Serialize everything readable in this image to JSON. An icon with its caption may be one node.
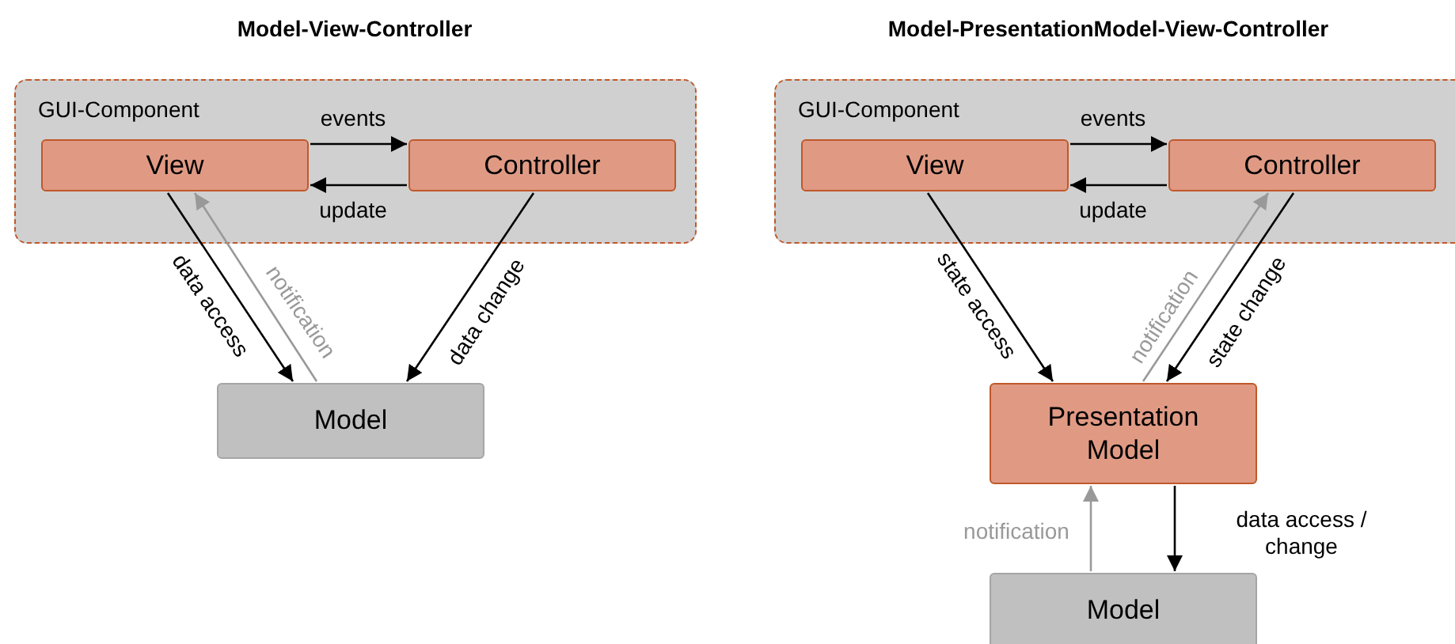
{
  "diagram": {
    "nodes": [
      {
        "text": [
          "GUI-Component"
        ]
      },
      {
        "text": [
          "View"
        ],
        "in": 0
      },
      {
        "text": [
          "Controller"
        ],
        "in": 0
      },
      {
        "text": [
          "Model"
        ]
      },
      {
        "text": [
          "GUI-Component"
        ]
      },
      {
        "text": [
          "View"
        ],
        "in": 4
      },
      {
        "text": [
          "Controller"
        ],
        "in": 4
      },
      {
        "text": [
          "Presentation Model"
        ]
      },
      {
        "text": [
          "Model"
        ]
      }
    ],
    "edges": [
      {
        "from": 1,
        "to": 2,
        "arrow": "to",
        "label": "events"
      },
      {
        "from": 2,
        "to": 1,
        "arrow": "to",
        "label": "update"
      },
      {
        "from": 1,
        "to": 3,
        "arrow": "to",
        "label": "data access"
      },
      {
        "from": 3,
        "to": 1,
        "arrow": "to",
        "label": "notification",
        "color": "#999999"
      },
      {
        "from": 2,
        "to": 3,
        "arrow": "to",
        "label": "data change"
      },
      {
        "from": 5,
        "to": 6,
        "arrow": "to",
        "label": "events"
      },
      {
        "from": 6,
        "to": 5,
        "arrow": "to",
        "label": "update"
      },
      {
        "from": 5,
        "to": 7,
        "arrow": "to",
        "label": "state access"
      },
      {
        "from": 7,
        "to": 6,
        "arrow": "to",
        "label": "notification",
        "color": "#999999"
      },
      {
        "from": 6,
        "to": 7,
        "arrow": "to",
        "label": "state change"
      },
      {
        "from": 8,
        "to": 7,
        "arrow": "to",
        "label": "notification",
        "color": "#999999"
      },
      {
        "from": 7,
        "to": 8,
        "arrow": "to",
        "label": "data access / change"
      }
    ],
    "labels": [
      "Model-View-Controller",
      "Model-PresentationModel-View-Controller"
    ]
  }
}
